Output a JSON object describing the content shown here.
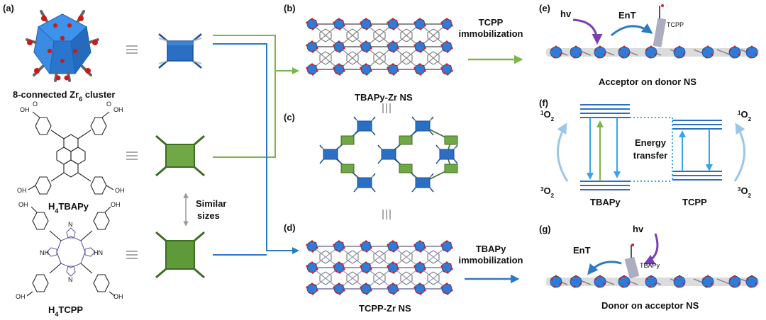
{
  "panel_labels": {
    "a": "(a)",
    "b": "(b)",
    "c": "(c)",
    "d": "(d)",
    "e": "(e)",
    "f": "(f)",
    "g": "(g)"
  },
  "panel_a": {
    "cluster_label_prefix": "8-connected Zr",
    "cluster_label_sub": "6",
    "cluster_label_suffix": " cluster",
    "tbapy_label_prefix": "H",
    "tbapy_label_sub": "4",
    "tbapy_label_suffix": "TBAPy",
    "tcpp_label_prefix": "H",
    "tcpp_label_sub": "4",
    "tcpp_label_suffix": "TCPP",
    "similar_label_line1": "Similar",
    "similar_label_line2": "sizes",
    "cooh_label": "OH",
    "o_label": "O",
    "nh_label": "NH",
    "n_label": "N",
    "hn_label": "HN"
  },
  "panel_b": {
    "label": "TBAPy-Zr NS"
  },
  "panel_d": {
    "label": "TCPP-Zr NS"
  },
  "arrow_top": {
    "line1": "TCPP",
    "line2": "immobilization"
  },
  "arrow_bottom": {
    "line1": "TBAPy",
    "line2": "immobilization"
  },
  "panel_e": {
    "hv": "hv",
    "ent": "EnT",
    "molecule": "TCPP",
    "caption": "Acceptor on donor NS"
  },
  "panel_f": {
    "o2_singlet_sup": "1",
    "o2_triplet_sup": "3",
    "o2_base": "O",
    "o2_sub": "2",
    "energy_line1": "Energy",
    "energy_line2": "transfer",
    "donor": "TBAPy",
    "acceptor": "TCPP"
  },
  "panel_g": {
    "hv": "hv",
    "ent": "EnT",
    "molecule": "TBAPy",
    "caption": "Donor on acceptor NS"
  },
  "colors": {
    "zr_blue": "#2f7bd8",
    "oxygen_red": "#d42020",
    "sbu_dark": "#1a4f9c",
    "sbu_fill": "#2b6fc4",
    "tbapy_green": "#6fa844",
    "tcpp_green": "#5e9a3a",
    "link_green": "#3f6b24",
    "arrow_green": "#7ab648",
    "arrow_blue": "#2a7ac8",
    "purple": "#7b3fb5",
    "light_blue": "#9dc6e6",
    "level_blue": "#2f6fbf"
  }
}
